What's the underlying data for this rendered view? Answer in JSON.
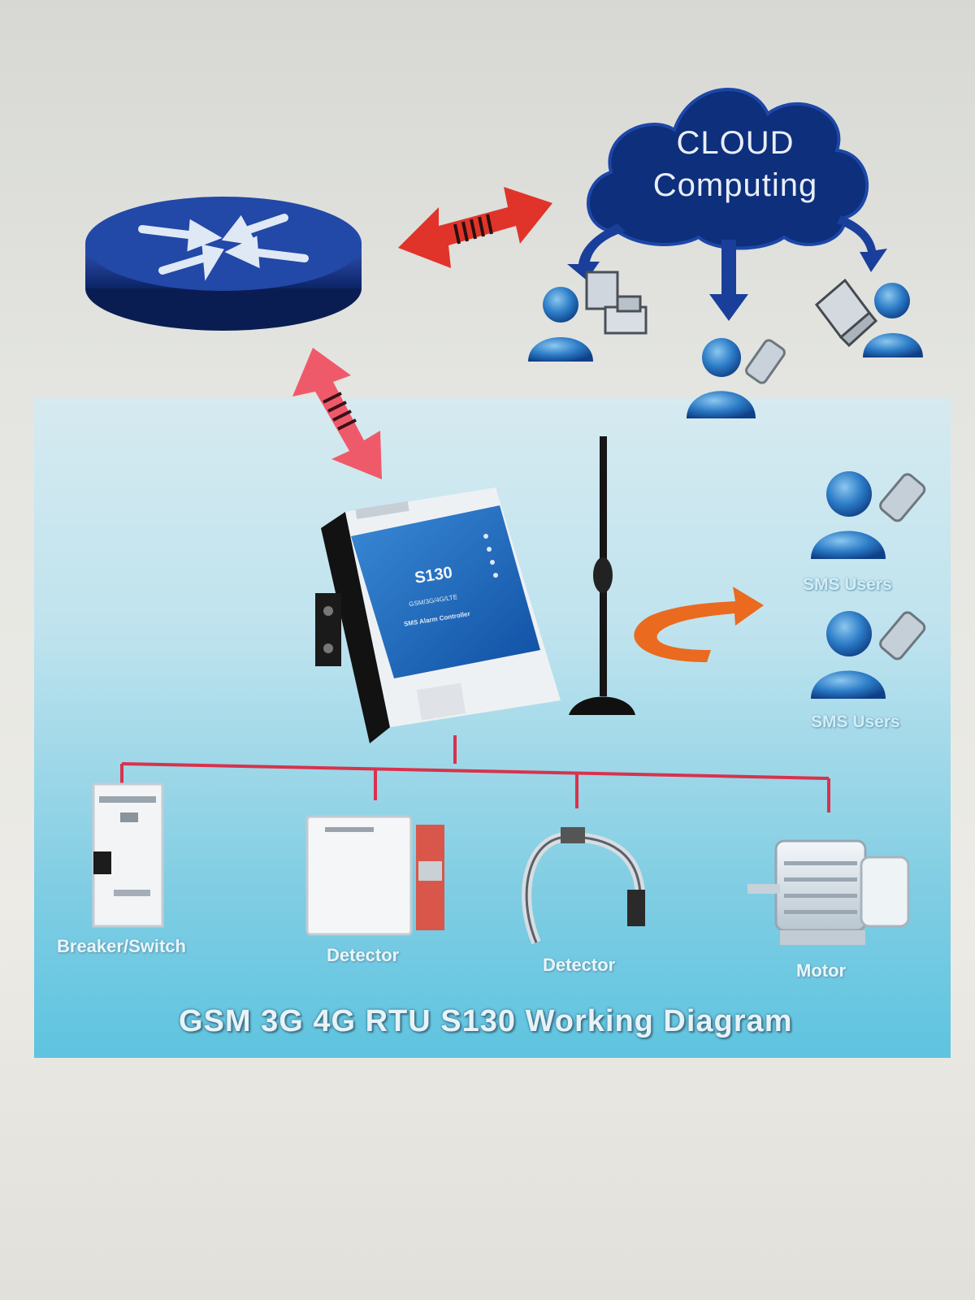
{
  "cloud": {
    "line1": "CLOUD",
    "line2": "Computing"
  },
  "device": {
    "model": "S130",
    "line1": "GSM/3G/4G/LTE",
    "line2": "SMS Alarm Controller"
  },
  "sms_users": {
    "label_1": "SMS Users",
    "label_2": "SMS Users"
  },
  "field_devices": {
    "breaker_label": "Breaker/Switch",
    "detector1_label": "Detector",
    "detector2_label": "Detector",
    "motor_label": "Motor"
  },
  "caption": "GSM 3G 4G RTU S130 Working Diagram",
  "colors": {
    "cloud": "#0d2f7c",
    "router": "#163a95",
    "arrow_red": "#e0342a",
    "arrow_pink": "#ef5a6a",
    "bus_line": "#d8324d",
    "user_blue": "#2c7cc7",
    "panel_blue": "#7fcde3"
  }
}
